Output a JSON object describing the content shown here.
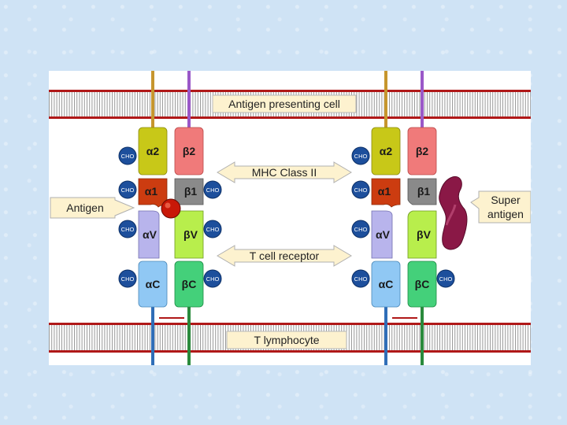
{
  "labels": {
    "apc": "Antigen presenting cell",
    "mhc": "MHC Class II",
    "tcr": "T cell receptor",
    "tlymph": "T lymphocyte",
    "antigen": "Antigen",
    "super_line1": "Super",
    "super_line2": "antigen"
  },
  "chains": {
    "alpha2": "α2",
    "beta2": "β2",
    "alpha1": "α1",
    "beta1": "β1",
    "alphaV": "αV",
    "betaV": "βV",
    "alphaC": "αC",
    "betaC": "βC"
  },
  "cho": "CHO",
  "colors": {
    "alpha2": "#c8c818",
    "beta2": "#f07a7a",
    "alpha1": "#cc3c10",
    "beta1": "#8a8a8a",
    "alphaV": "#b8b4ec",
    "betaV": "#b8ee4c",
    "alphaC": "#90c8f4",
    "betaC": "#44d07a",
    "membrane": "#b01818",
    "label_bg": "#fdf2cf",
    "superantigen": "#8a1846"
  }
}
